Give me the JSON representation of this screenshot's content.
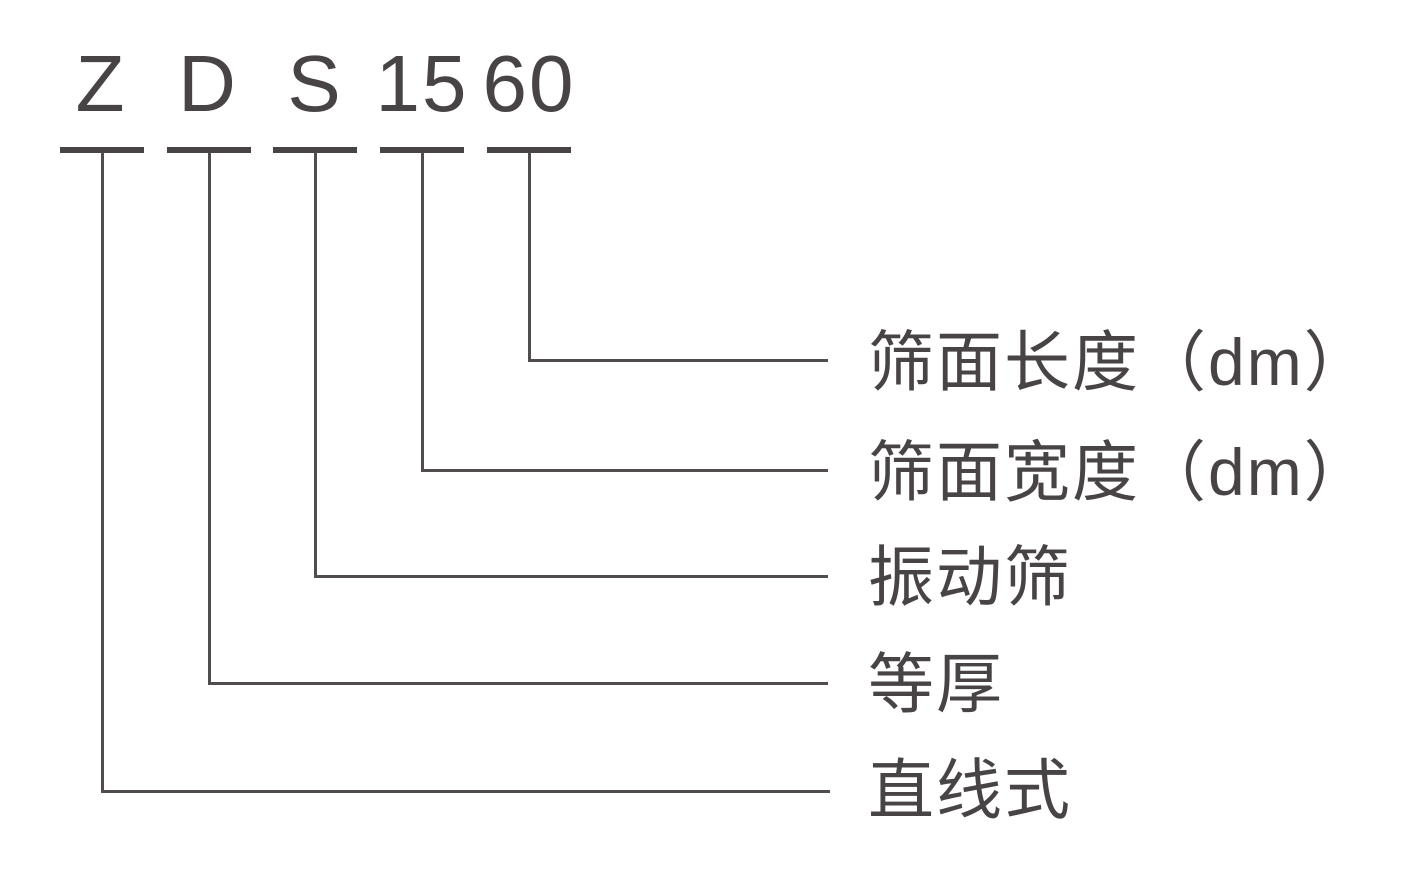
{
  "diagram": {
    "code": {
      "segments": [
        {
          "text": "Z"
        },
        {
          "text": "D"
        },
        {
          "text": "S"
        },
        {
          "text": "15"
        },
        {
          "text": "60"
        }
      ]
    },
    "labels": [
      {
        "text": "筛面长度（dm）"
      },
      {
        "text": "筛面宽度（dm）"
      },
      {
        "text": "振动筛"
      },
      {
        "text": "等厚"
      },
      {
        "text": "直线式"
      }
    ],
    "colors": {
      "text": "#484344",
      "line": "#514d4d",
      "background": "#ffffff"
    }
  }
}
